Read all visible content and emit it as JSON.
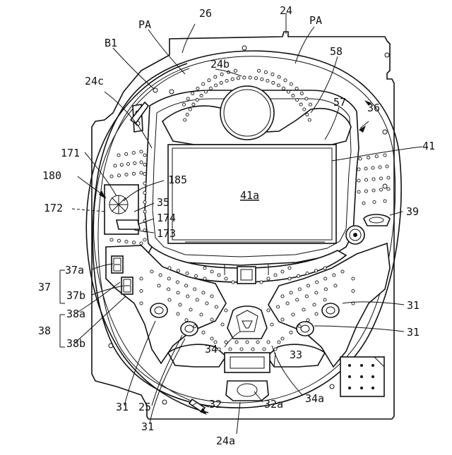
{
  "labels": {
    "l24": "24",
    "l26": "26",
    "lPA1": "PA",
    "lPA2": "PA",
    "lB1": "B1",
    "l24b": "24b",
    "l58": "58",
    "l24c": "24c",
    "l57": "57",
    "l36": "36",
    "l41": "41",
    "l171": "171",
    "l180": "180",
    "l185": "185",
    "l41a": "41a",
    "l172": "172",
    "l35": "35",
    "l174": "174",
    "l173": "173",
    "l39": "39",
    "l37a": "37a",
    "l37": "37",
    "l37b": "37b",
    "l38a": "38a",
    "l38": "38",
    "l38b": "38b",
    "l31a": "31",
    "l31b": "31",
    "l34": "34",
    "l33": "33",
    "l34a": "34a",
    "l31c": "31",
    "l25": "25",
    "l32": "32",
    "l32a": "32a",
    "l31d": "31",
    "l24a": "24a"
  }
}
